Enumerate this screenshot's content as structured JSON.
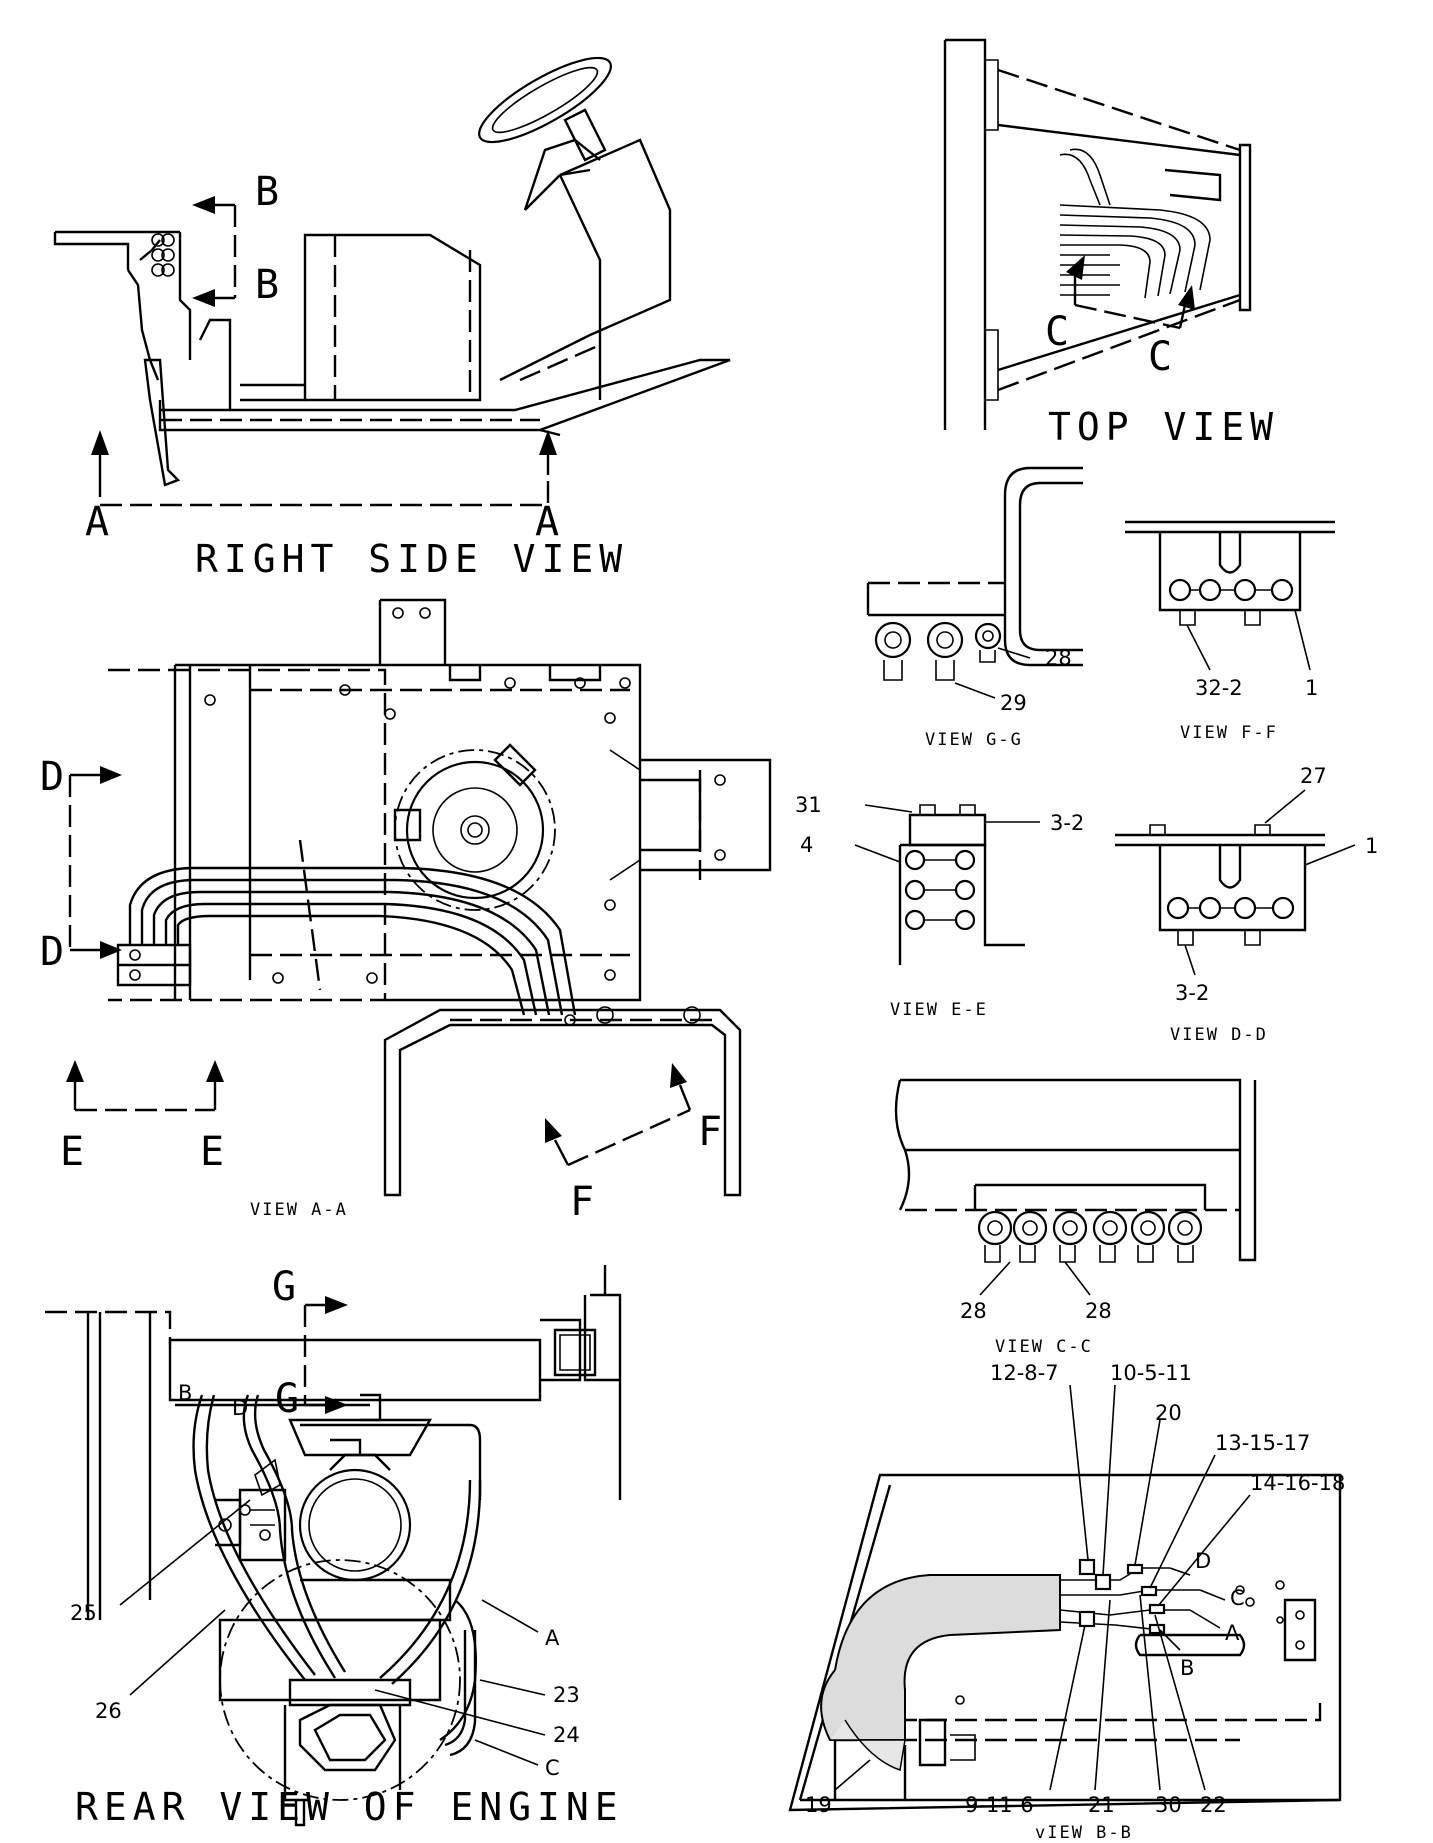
{
  "views": {
    "right_side": {
      "title": "RIGHT SIDE VIEW",
      "markers": [
        "A",
        "A",
        "B",
        "B"
      ]
    },
    "top": {
      "title": "TOP VIEW",
      "markers": [
        "C",
        "C"
      ]
    },
    "a_a": {
      "title": "VIEW A-A",
      "markers": [
        "D",
        "D",
        "E",
        "E",
        "F",
        "F"
      ]
    },
    "g_g": {
      "title": "VIEW G-G",
      "callouts": [
        "28",
        "29"
      ]
    },
    "f_f": {
      "title": "VIEW F-F",
      "callouts": [
        "32-2",
        "1"
      ]
    },
    "e_e": {
      "title": "VIEW E-E",
      "callouts": [
        "31",
        "3-2",
        "4"
      ]
    },
    "d_d": {
      "title": "VIEW D-D",
      "callouts": [
        "27",
        "1",
        "3-2"
      ]
    },
    "c_c": {
      "title": "VIEW C-C",
      "callouts": [
        "28",
        "28"
      ]
    },
    "rear": {
      "title": "REAR VIEW OF ENGINE",
      "markers": [
        "G",
        "G"
      ],
      "line_labels": [
        "B",
        "D",
        "A",
        "C"
      ],
      "callouts": [
        "25",
        "26",
        "23",
        "24"
      ]
    },
    "b_b": {
      "title": "vIEW B-B",
      "line_labels": [
        "D",
        "C",
        "A",
        "B"
      ],
      "callouts": [
        "12-8-7",
        "10-5-11",
        "20",
        "13-15-17",
        "14-16-18",
        "19",
        "9-11-6",
        "21",
        "30",
        "22"
      ]
    }
  }
}
